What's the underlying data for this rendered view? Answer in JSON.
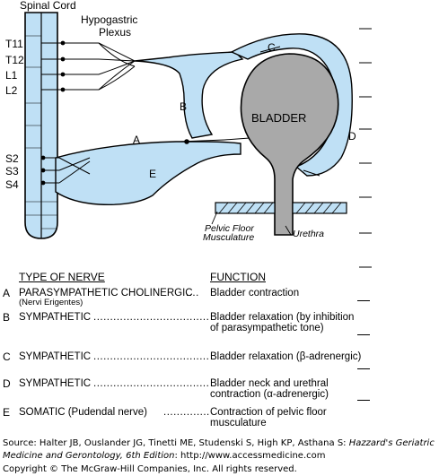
{
  "diagram": {
    "labels": {
      "spinal_cord": "Spinal Cord",
      "hypogastric": "Hypogastric",
      "plexus": "Plexus",
      "t11": "T11",
      "t12": "T12",
      "l1": "L1",
      "l2": "L2",
      "s2": "S2",
      "s3": "S3",
      "s4": "S4",
      "bladder": "BLADDER",
      "a": "A",
      "b": "B",
      "c": "C",
      "d": "D",
      "e": "E",
      "pelvic_floor": "Pelvic Floor",
      "musculature": "Musculature",
      "urethra": "Urethra"
    },
    "colors": {
      "nerve_fill": "#bfe0f5",
      "bladder_fill": "#a9a9a9",
      "cord_fill": "#bfe0f5"
    }
  },
  "table": {
    "header_nerve": "TYPE OF NERVE",
    "header_function": "FUNCTION",
    "rows": [
      {
        "letter": "A",
        "nerve": "PARASYMPATHETIC CHOLINERGIC",
        "dots": "....",
        "sub": "(Nervi Erigentes)",
        "function": "Bladder contraction"
      },
      {
        "letter": "B",
        "nerve": "SYMPATHETIC",
        "dots": "...................................",
        "sub": "",
        "function": "Bladder relaxation (by inhibition of parasympathetic tone)"
      },
      {
        "letter": "C",
        "nerve": "SYMPATHETIC",
        "dots": "...................................",
        "sub": "",
        "function": "Bladder relaxation (β-adrenergic)"
      },
      {
        "letter": "D",
        "nerve": "SYMPATHETIC",
        "dots": "...................................",
        "sub": "",
        "function": "Bladder neck and urethral contraction (α-adrenergic)"
      },
      {
        "letter": "E",
        "nerve": "SOMATIC (Pudendal nerve)",
        "dots": "...............",
        "sub": "",
        "function": "Contraction of pelvic floor musculature"
      }
    ]
  },
  "source": {
    "prefix": "Source: Halter JB, Ouslander JG, Tinetti ME, Studenski S, High KP, Asthana S: ",
    "title": "Hazzard's Geriatric Medicine and Gerontology, 6th Edition",
    "suffix": ": http://www.accessmedicine.com"
  },
  "copyright": "Copyright © The McGraw-Hill Companies, Inc. All rights reserved."
}
